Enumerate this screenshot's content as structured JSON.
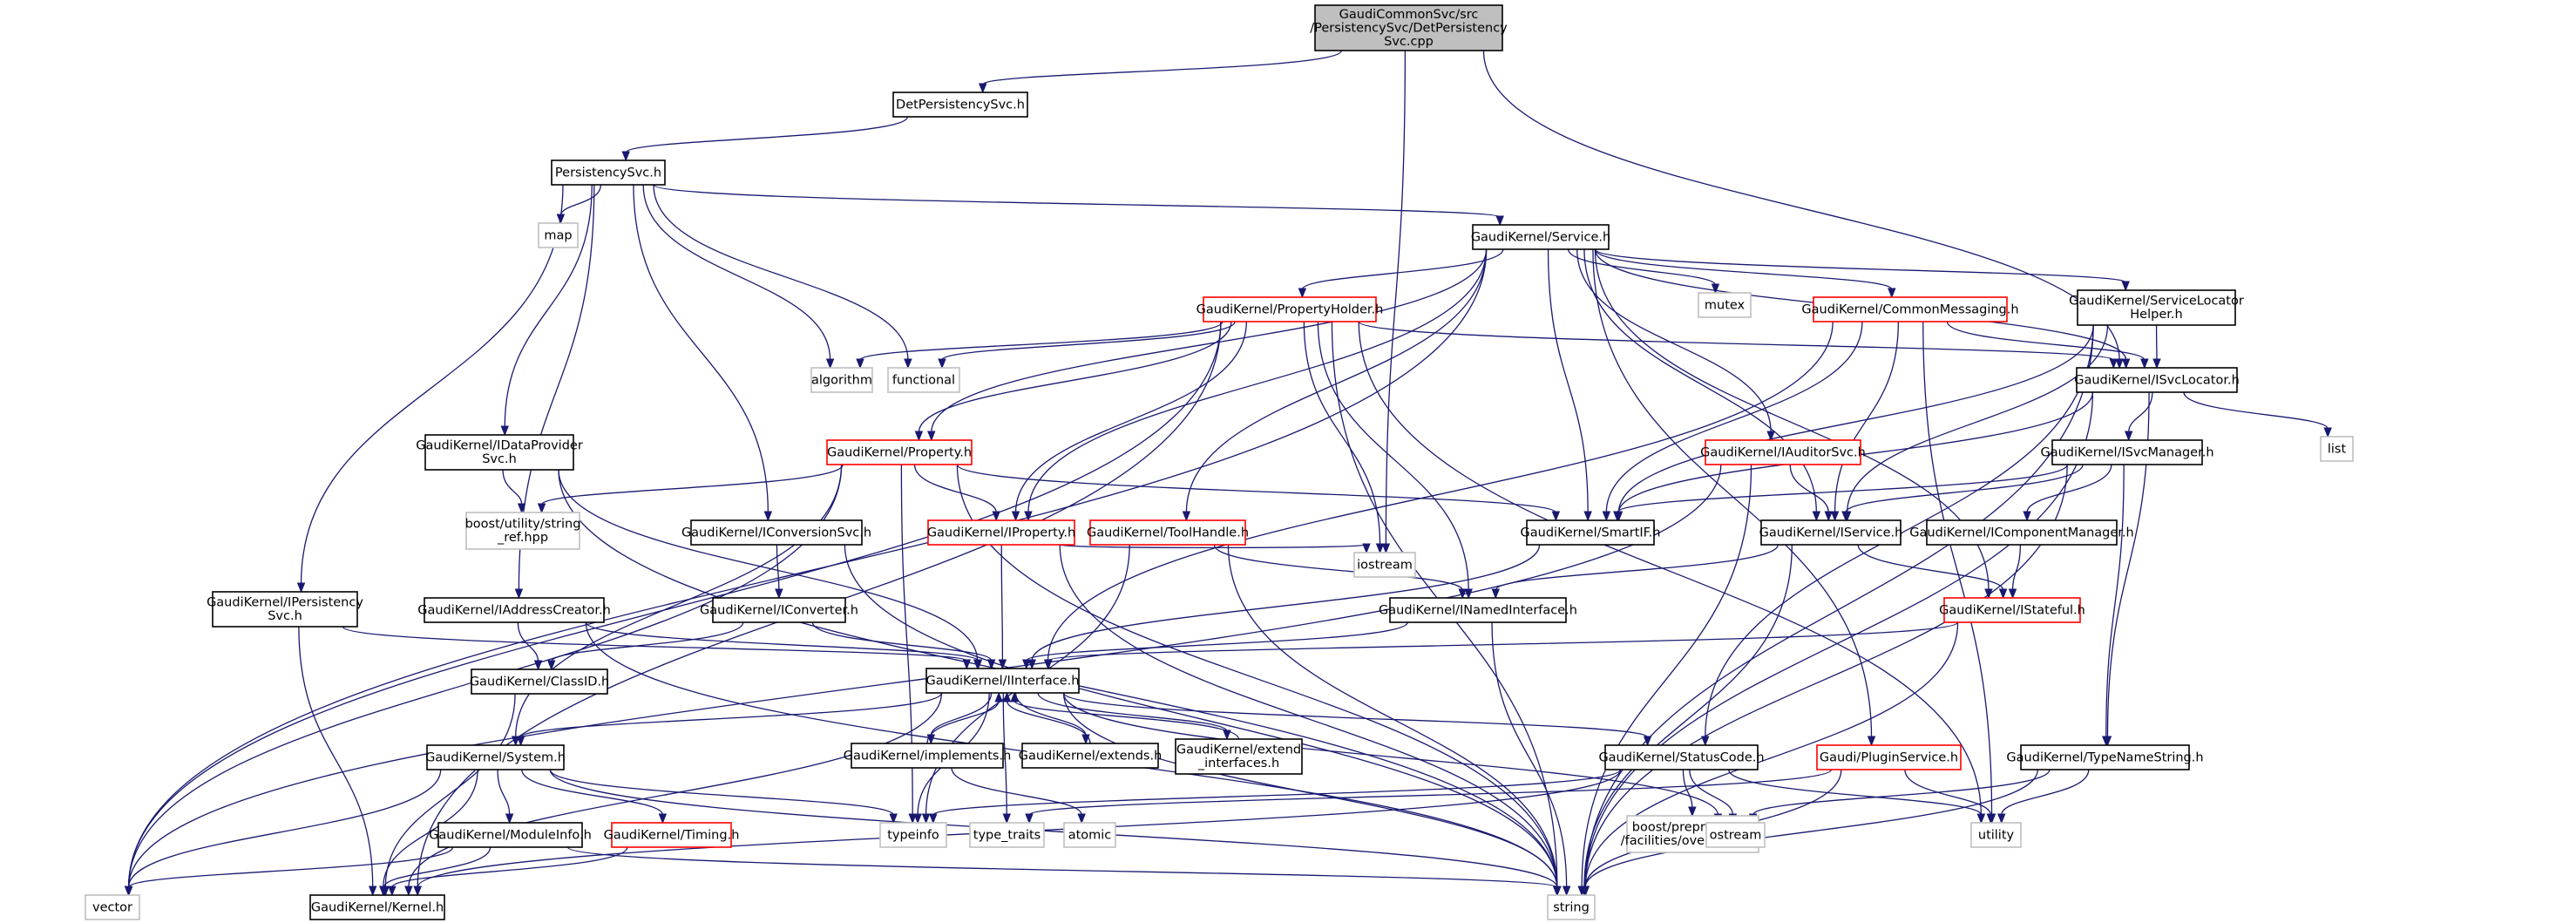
{
  "colors": {
    "normal_border": "#000000",
    "incomplete_border": "#ff0000",
    "system_border": "#bfbfbf",
    "root_fill": "#bfbfbf",
    "node_fill": "#ffffff",
    "edge": "#191970"
  },
  "nodes": [
    {
      "id": "root",
      "lines": [
        "GaudiCommonSvc/src",
        "/PersistencySvc/DetPersistency",
        "Svc.cpp"
      ],
      "kind": "root"
    },
    {
      "id": "detpers",
      "lines": [
        "DetPersistencySvc.h"
      ],
      "kind": "normal"
    },
    {
      "id": "pers",
      "lines": [
        "PersistencySvc.h"
      ],
      "kind": "normal"
    },
    {
      "id": "map",
      "lines": [
        "map"
      ],
      "kind": "system"
    },
    {
      "id": "service",
      "lines": [
        "GaudiKernel/Service.h"
      ],
      "kind": "normal"
    },
    {
      "id": "mutex",
      "lines": [
        "mutex"
      ],
      "kind": "system"
    },
    {
      "id": "propholder",
      "lines": [
        "GaudiKernel/PropertyHolder.h"
      ],
      "kind": "incomplete"
    },
    {
      "id": "commonmsg",
      "lines": [
        "GaudiKernel/CommonMessaging.h"
      ],
      "kind": "incomplete"
    },
    {
      "id": "svclochelper",
      "lines": [
        "GaudiKernel/ServiceLocator",
        "Helper.h"
      ],
      "kind": "normal"
    },
    {
      "id": "algorithm",
      "lines": [
        "algorithm"
      ],
      "kind": "system"
    },
    {
      "id": "functional",
      "lines": [
        "functional"
      ],
      "kind": "system"
    },
    {
      "id": "isvclocator",
      "lines": [
        "GaudiKernel/ISvcLocator.h"
      ],
      "kind": "normal"
    },
    {
      "id": "list",
      "lines": [
        "list"
      ],
      "kind": "system"
    },
    {
      "id": "idataprov",
      "lines": [
        "GaudiKernel/IDataProvider",
        "Svc.h"
      ],
      "kind": "normal"
    },
    {
      "id": "property",
      "lines": [
        "GaudiKernel/Property.h"
      ],
      "kind": "incomplete"
    },
    {
      "id": "iauditorsvc",
      "lines": [
        "GaudiKernel/IAuditorSvc.h"
      ],
      "kind": "incomplete"
    },
    {
      "id": "isvcmanager",
      "lines": [
        "GaudiKernel/ISvcManager.h"
      ],
      "kind": "normal"
    },
    {
      "id": "boostref",
      "lines": [
        "boost/utility/string",
        "_ref.hpp"
      ],
      "kind": "system"
    },
    {
      "id": "iconvsvc",
      "lines": [
        "GaudiKernel/IConversionSvc.h"
      ],
      "kind": "normal"
    },
    {
      "id": "iproperty",
      "lines": [
        "GaudiKernel/IProperty.h"
      ],
      "kind": "incomplete"
    },
    {
      "id": "toolhandle",
      "lines": [
        "GaudiKernel/ToolHandle.h"
      ],
      "kind": "incomplete"
    },
    {
      "id": "smartif",
      "lines": [
        "GaudiKernel/SmartIF.h"
      ],
      "kind": "normal"
    },
    {
      "id": "iservice",
      "lines": [
        "GaudiKernel/IService.h"
      ],
      "kind": "normal"
    },
    {
      "id": "icompmgr",
      "lines": [
        "GaudiKernel/IComponentManager.h"
      ],
      "kind": "normal"
    },
    {
      "id": "ipersist",
      "lines": [
        "GaudiKernel/IPersistency",
        "Svc.h"
      ],
      "kind": "normal"
    },
    {
      "id": "iaddrcreator",
      "lines": [
        "GaudiKernel/IAddressCreator.h"
      ],
      "kind": "normal"
    },
    {
      "id": "iconverter",
      "lines": [
        "GaudiKernel/IConverter.h"
      ],
      "kind": "normal"
    },
    {
      "id": "iostream",
      "lines": [
        "iostream"
      ],
      "kind": "system"
    },
    {
      "id": "inamedif",
      "lines": [
        "GaudiKernel/INamedInterface.h"
      ],
      "kind": "normal"
    },
    {
      "id": "istateful",
      "lines": [
        "GaudiKernel/IStateful.h"
      ],
      "kind": "incomplete"
    },
    {
      "id": "classid",
      "lines": [
        "GaudiKernel/ClassID.h"
      ],
      "kind": "normal"
    },
    {
      "id": "iinterface",
      "lines": [
        "GaudiKernel/IInterface.h"
      ],
      "kind": "normal"
    },
    {
      "id": "system",
      "lines": [
        "GaudiKernel/System.h"
      ],
      "kind": "normal"
    },
    {
      "id": "implements",
      "lines": [
        "GaudiKernel/implements.h"
      ],
      "kind": "normal"
    },
    {
      "id": "extends",
      "lines": [
        "GaudiKernel/extends.h"
      ],
      "kind": "normal"
    },
    {
      "id": "extendif",
      "lines": [
        "GaudiKernel/extend",
        "_interfaces.h"
      ],
      "kind": "normal"
    },
    {
      "id": "statuscode",
      "lines": [
        "GaudiKernel/StatusCode.h"
      ],
      "kind": "normal"
    },
    {
      "id": "pluginsvc",
      "lines": [
        "Gaudi/PluginService.h"
      ],
      "kind": "incomplete"
    },
    {
      "id": "typenamestr",
      "lines": [
        "GaudiKernel/TypeNameString.h"
      ],
      "kind": "normal"
    },
    {
      "id": "moduleinfo",
      "lines": [
        "GaudiKernel/ModuleInfo.h"
      ],
      "kind": "normal"
    },
    {
      "id": "timing",
      "lines": [
        "GaudiKernel/Timing.h"
      ],
      "kind": "incomplete"
    },
    {
      "id": "typeinfo",
      "lines": [
        "typeinfo"
      ],
      "kind": "system"
    },
    {
      "id": "typetraits",
      "lines": [
        "type_traits"
      ],
      "kind": "system"
    },
    {
      "id": "atomic",
      "lines": [
        "atomic"
      ],
      "kind": "system"
    },
    {
      "id": "boostpp",
      "lines": [
        "boost/preprocessor",
        "/facilities/overload.hpp"
      ],
      "kind": "system"
    },
    {
      "id": "ostream",
      "lines": [
        "ostream"
      ],
      "kind": "system"
    },
    {
      "id": "utility",
      "lines": [
        "utility"
      ],
      "kind": "system"
    },
    {
      "id": "vector",
      "lines": [
        "vector"
      ],
      "kind": "system"
    },
    {
      "id": "kernel",
      "lines": [
        "GaudiKernel/Kernel.h"
      ],
      "kind": "normal"
    },
    {
      "id": "string",
      "lines": [
        "string"
      ],
      "kind": "system"
    }
  ],
  "edges": [
    [
      "root",
      "detpers"
    ],
    [
      "root",
      "iostream"
    ],
    [
      "root",
      "isvclocator"
    ],
    [
      "detpers",
      "pers"
    ],
    [
      "pers",
      "service"
    ],
    [
      "pers",
      "map"
    ],
    [
      "pers",
      "algorithm"
    ],
    [
      "pers",
      "functional"
    ],
    [
      "pers",
      "idataprov"
    ],
    [
      "pers",
      "iconvsvc"
    ],
    [
      "pers",
      "ipersist"
    ],
    [
      "pers",
      "iaddrcreator"
    ],
    [
      "service",
      "propholder"
    ],
    [
      "service",
      "mutex"
    ],
    [
      "service",
      "commonmsg"
    ],
    [
      "service",
      "svclochelper"
    ],
    [
      "service",
      "isvclocator"
    ],
    [
      "service",
      "property"
    ],
    [
      "service",
      "iproperty"
    ],
    [
      "service",
      "toolhandle"
    ],
    [
      "service",
      "smartif"
    ],
    [
      "service",
      "iservice"
    ],
    [
      "service",
      "iauditorsvc"
    ],
    [
      "service",
      "istateful"
    ],
    [
      "service",
      "vector"
    ],
    [
      "service",
      "pluginsvc"
    ],
    [
      "propholder",
      "algorithm"
    ],
    [
      "propholder",
      "functional"
    ],
    [
      "propholder",
      "isvclocator"
    ],
    [
      "propholder",
      "property"
    ],
    [
      "propholder",
      "iproperty"
    ],
    [
      "propholder",
      "iostream"
    ],
    [
      "propholder",
      "inamedif"
    ],
    [
      "propholder",
      "string"
    ],
    [
      "propholder",
      "vector"
    ],
    [
      "propholder",
      "utility"
    ],
    [
      "propholder",
      "kernel"
    ],
    [
      "commonmsg",
      "isvclocator"
    ],
    [
      "commonmsg",
      "smartif"
    ],
    [
      "commonmsg",
      "iservice"
    ],
    [
      "commonmsg",
      "iinterface"
    ],
    [
      "commonmsg",
      "utility"
    ],
    [
      "svclochelper",
      "isvclocator"
    ],
    [
      "svclochelper",
      "smartif"
    ],
    [
      "svclochelper",
      "iservice"
    ],
    [
      "svclochelper",
      "statuscode"
    ],
    [
      "svclochelper",
      "string"
    ],
    [
      "isvclocator",
      "list"
    ],
    [
      "isvclocator",
      "isvcmanager"
    ],
    [
      "isvclocator",
      "smartif"
    ],
    [
      "isvclocator",
      "typenamestr"
    ],
    [
      "isvclocator",
      "string"
    ],
    [
      "idataprov",
      "boostref"
    ],
    [
      "idataprov",
      "iinterface"
    ],
    [
      "idataprov",
      "string"
    ],
    [
      "property",
      "boostref"
    ],
    [
      "property",
      "iproperty"
    ],
    [
      "property",
      "smartif"
    ],
    [
      "property",
      "typeinfo"
    ],
    [
      "property",
      "string"
    ],
    [
      "property",
      "system"
    ],
    [
      "property",
      "vector"
    ],
    [
      "iauditorsvc",
      "iservice"
    ],
    [
      "iauditorsvc",
      "string"
    ],
    [
      "iauditorsvc",
      "vector"
    ],
    [
      "isvcmanager",
      "smartif"
    ],
    [
      "isvcmanager",
      "iservice"
    ],
    [
      "isvcmanager",
      "icompmgr"
    ],
    [
      "isvcmanager",
      "typenamestr"
    ],
    [
      "isvcmanager",
      "string"
    ],
    [
      "iconvsvc",
      "iconverter"
    ],
    [
      "iconvsvc",
      "string"
    ],
    [
      "iproperty",
      "iinterface"
    ],
    [
      "iproperty",
      "iostream"
    ],
    [
      "iproperty",
      "string"
    ],
    [
      "toolhandle",
      "inamedif"
    ],
    [
      "toolhandle",
      "typeinfo"
    ],
    [
      "toolhandle",
      "string"
    ],
    [
      "smartif",
      "iinterface"
    ],
    [
      "iservice",
      "inamedif"
    ],
    [
      "iservice",
      "istateful"
    ],
    [
      "iservice",
      "string"
    ],
    [
      "icompmgr",
      "istateful"
    ],
    [
      "ipersist",
      "iinterface"
    ],
    [
      "ipersist",
      "kernel"
    ],
    [
      "iaddrcreator",
      "iinterface"
    ],
    [
      "iaddrcreator",
      "classid"
    ],
    [
      "iaddrcreator",
      "string"
    ],
    [
      "iconverter",
      "iinterface"
    ],
    [
      "iconverter",
      "classid"
    ],
    [
      "inamedif",
      "iinterface"
    ],
    [
      "inamedif",
      "string"
    ],
    [
      "istateful",
      "iinterface"
    ],
    [
      "istateful",
      "string"
    ],
    [
      "classid",
      "kernel"
    ],
    [
      "iinterface",
      "kernel"
    ],
    [
      "iinterface",
      "system"
    ],
    [
      "iinterface",
      "implements"
    ],
    [
      "iinterface",
      "extends"
    ],
    [
      "iinterface",
      "extendif"
    ],
    [
      "iinterface",
      "statuscode"
    ],
    [
      "iinterface",
      "typeinfo"
    ],
    [
      "iinterface",
      "typetraits"
    ],
    [
      "iinterface",
      "ostream"
    ],
    [
      "iinterface",
      "string"
    ],
    [
      "implements",
      "iinterface"
    ],
    [
      "implements",
      "atomic"
    ],
    [
      "extends",
      "iinterface"
    ],
    [
      "extendif",
      "iinterface"
    ],
    [
      "system",
      "kernel"
    ],
    [
      "system",
      "moduleinfo"
    ],
    [
      "system",
      "timing"
    ],
    [
      "system",
      "typeinfo"
    ],
    [
      "system",
      "vector"
    ],
    [
      "system",
      "string"
    ],
    [
      "moduleinfo",
      "kernel"
    ],
    [
      "moduleinfo",
      "vector"
    ],
    [
      "moduleinfo",
      "string"
    ],
    [
      "timing",
      "kernel"
    ],
    [
      "statuscode",
      "boostpp"
    ],
    [
      "statuscode",
      "ostream"
    ],
    [
      "statuscode",
      "utility"
    ],
    [
      "statuscode",
      "kernel"
    ],
    [
      "statuscode",
      "typeinfo"
    ],
    [
      "pluginsvc",
      "typetraits"
    ],
    [
      "pluginsvc",
      "utility"
    ],
    [
      "pluginsvc",
      "string"
    ],
    [
      "typenamestr",
      "ostream"
    ],
    [
      "typenamestr",
      "utility"
    ],
    [
      "typenamestr",
      "string"
    ]
  ]
}
